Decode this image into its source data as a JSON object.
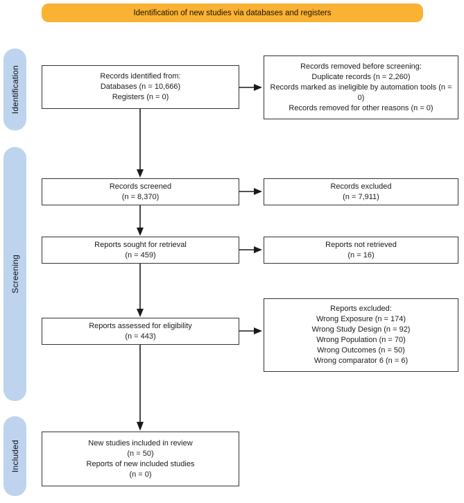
{
  "banner": {
    "label": "Identification of new studies via databases and registers"
  },
  "side_labels": [
    {
      "id": "identification",
      "label": "Identification"
    },
    {
      "id": "screening",
      "label": "Screening"
    },
    {
      "id": "included",
      "label": "Included"
    }
  ],
  "boxes": {
    "records_identified": {
      "lines": [
        "Records identified from:",
        "Databases (n = 10,666)",
        "Registers (n = 0)"
      ]
    },
    "records_removed": {
      "lines": [
        "Records removed before screening:",
        "Duplicate records (n = 2,260)",
        "Records marked as ineligible by automation tools (n = 0)",
        "Records removed for other reasons (n = 0)"
      ]
    },
    "records_screened": {
      "lines": [
        "Records screened",
        "(n = 8,370)"
      ]
    },
    "records_excluded": {
      "lines": [
        "Records excluded",
        "(n = 7,911)"
      ]
    },
    "reports_sought": {
      "lines": [
        "Reports sought for retrieval",
        "(n = 459)"
      ]
    },
    "reports_not_retrieved": {
      "lines": [
        "Reports not retrieved",
        "(n = 16)"
      ]
    },
    "reports_assessed": {
      "lines": [
        "Reports assessed for eligibility",
        "(n = 443)"
      ]
    },
    "reports_excluded": {
      "lines": [
        "Reports excluded:",
        "Wrong Exposure (n = 174)",
        "Wrong Study Design (n = 92)",
        "Wrong Population (n = 70)",
        "Wrong Outcomes (n = 50)",
        "Wrong comparator 6 (n = 6)"
      ]
    },
    "studies_included": {
      "lines": [
        "New studies included in review",
        "(n = 50)",
        "Reports of new included studies",
        "(n = 0)"
      ]
    }
  },
  "colors": {
    "banner_bg": "#F9B233",
    "side_label_bg": "#BDD3EE",
    "box_border": "#333333",
    "text": "#1a1a1a",
    "arrow": "#1a1a1a"
  }
}
